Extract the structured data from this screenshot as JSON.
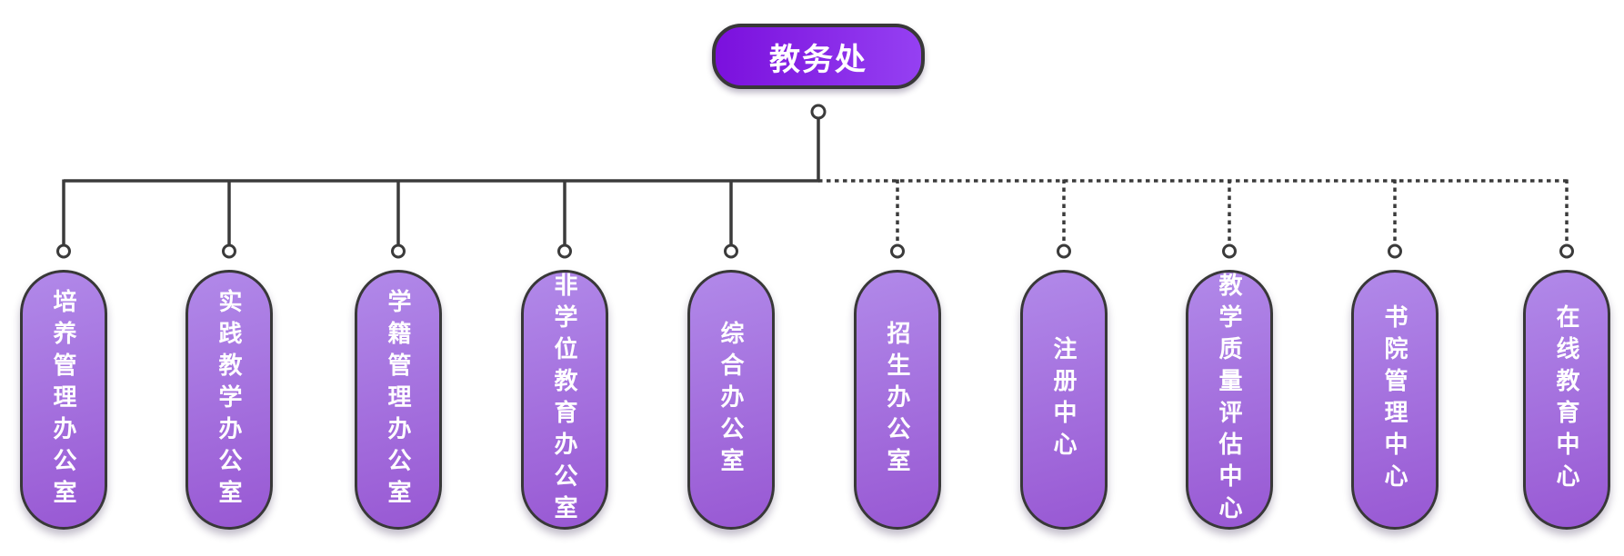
{
  "diagram": {
    "type": "org-chart",
    "root": {
      "label": "教务处"
    },
    "children": [
      {
        "label": "培养管理办公室",
        "link": "solid"
      },
      {
        "label": "实践教学办公室",
        "link": "solid"
      },
      {
        "label": "学籍管理办公室",
        "link": "solid"
      },
      {
        "label": "非学位教育办公室",
        "link": "solid"
      },
      {
        "label": "综合办公室",
        "link": "solid"
      },
      {
        "label": "招生办公室",
        "link": "dashed"
      },
      {
        "label": "注册中心",
        "link": "dashed"
      },
      {
        "label": "教学质量评估中心",
        "link": "dashed"
      },
      {
        "label": "书院管理中心",
        "link": "dashed"
      },
      {
        "label": "在线教育中心",
        "link": "dashed"
      }
    ]
  },
  "colors": {
    "background": "#ffffff",
    "line": "#3b3b3b",
    "node_border": "#383838",
    "node_text": "#ffffff",
    "root_gradient_start": "#7b10dd",
    "root_gradient_end": "#9540f2",
    "child_gradient_start": "#b189e9",
    "child_gradient_end": "#9858d3"
  }
}
